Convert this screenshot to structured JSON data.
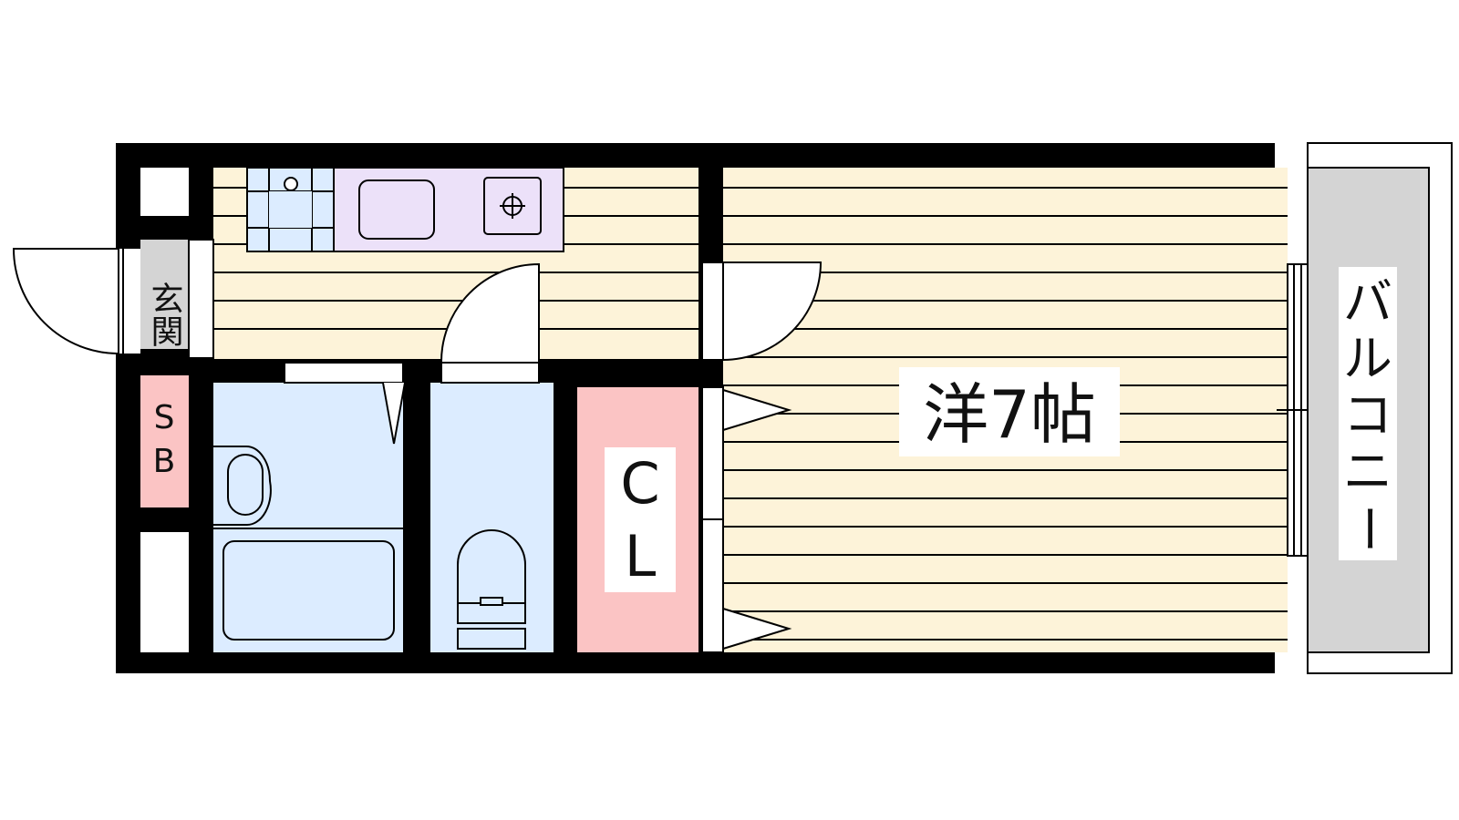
{
  "floorplan": {
    "rooms": {
      "entrance": "玄関",
      "shoe_box_top": "S",
      "shoe_box_bottom": "B",
      "closet_top": "C",
      "closet_bottom": "L",
      "western_room": "洋7帖"
    },
    "balcony_chars": [
      "バ",
      "ル",
      "コ",
      "ニ",
      "ー"
    ],
    "colors": {
      "wall": "#000000",
      "flooring": "#fdf3d9",
      "flooring_line": "#000000",
      "wet_area": "#dcecff",
      "closet": "#fbc4c4",
      "kitchen_counter": "#ece1f9",
      "hallway_gray": "#d4d4d4",
      "balcony": "#d4d4d4"
    }
  }
}
